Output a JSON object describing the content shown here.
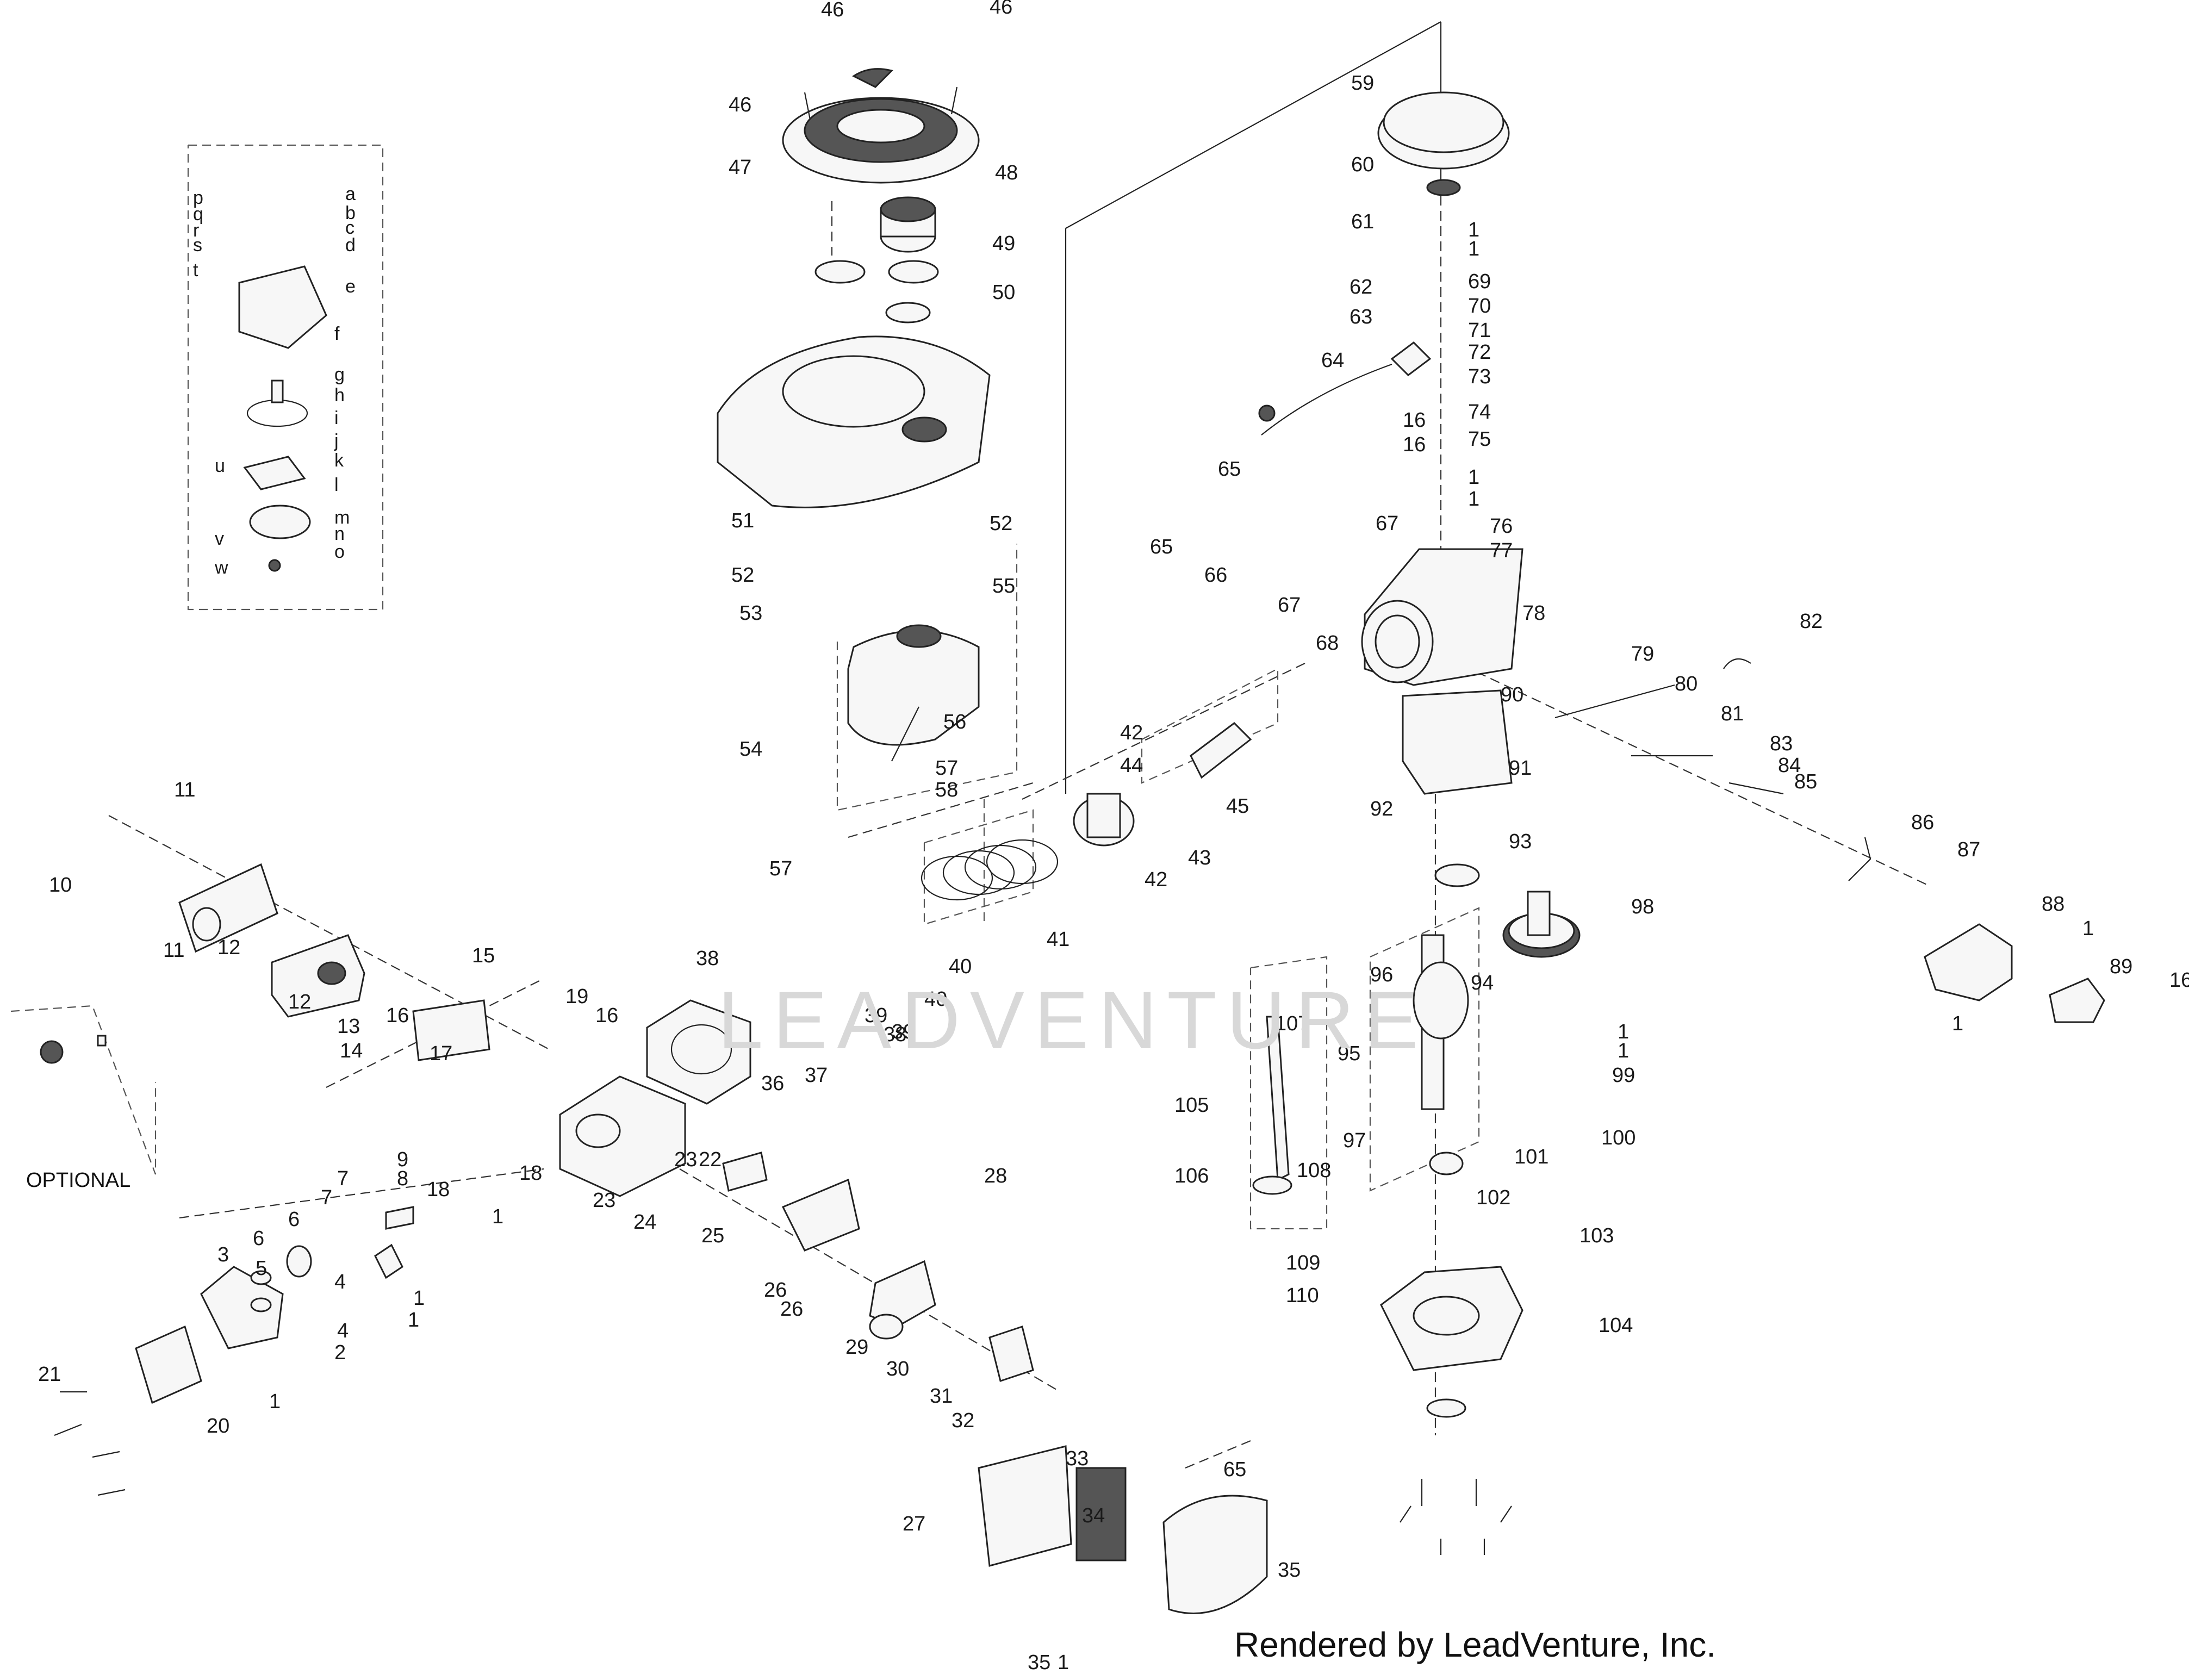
{
  "credit": "Rendered by LeadVenture, Inc.",
  "watermark": "LEADVENTURE",
  "optional_label": "OPTIONAL",
  "callouts": [
    "46",
    "46",
    "46",
    "47",
    "48",
    "49",
    "50",
    "51",
    "52",
    "52",
    "53",
    "54",
    "55",
    "56",
    "57",
    "57",
    "58",
    "59",
    "60",
    "61",
    "1",
    "1",
    "69",
    "70",
    "71",
    "72",
    "73",
    "74",
    "75",
    "16",
    "16",
    "62",
    "63",
    "64",
    "65",
    "65",
    "66",
    "67",
    "67",
    "68",
    "1",
    "1",
    "76",
    "77",
    "78",
    "79",
    "80",
    "81",
    "82",
    "83",
    "84",
    "85",
    "86",
    "87",
    "88",
    "1",
    "1",
    "89",
    "16",
    "90",
    "91",
    "92",
    "93",
    "98",
    "96",
    "94",
    "95",
    "97",
    "1",
    "1",
    "99",
    "100",
    "101",
    "102",
    "103",
    "104",
    "109",
    "110",
    "105",
    "106",
    "107",
    "108",
    "42",
    "42",
    "43",
    "44",
    "45",
    "41",
    "40",
    "40",
    "39",
    "39",
    "38",
    "38",
    "37",
    "36",
    "28",
    "29",
    "30",
    "31",
    "32",
    "33",
    "34",
    "35",
    "35",
    "1",
    "65",
    "27",
    "26",
    "26",
    "25",
    "24",
    "23",
    "23",
    "22",
    "18",
    "18",
    "19",
    "17",
    "16",
    "16",
    "15",
    "14",
    "13",
    "12",
    "12",
    "11",
    "11",
    "10",
    "9",
    "8",
    "7",
    "7",
    "6",
    "6",
    "5",
    "4",
    "4",
    "3",
    "2",
    "1",
    "1",
    "1",
    "1",
    "20",
    "21"
  ],
  "carb_subparts": [
    "a",
    "b",
    "c",
    "d",
    "e",
    "f",
    "g",
    "h",
    "i",
    "j",
    "k",
    "l",
    "m",
    "n",
    "o",
    "p",
    "q",
    "r",
    "s",
    "t",
    "u",
    "v",
    "w"
  ]
}
